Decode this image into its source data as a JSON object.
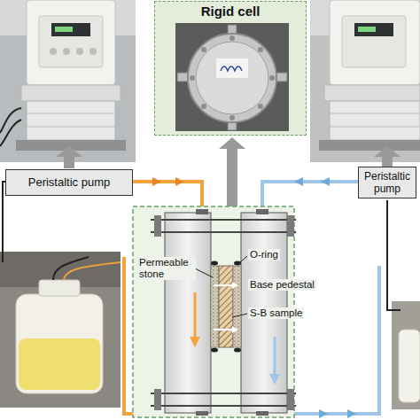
{
  "diagram": {
    "nodes": [
      {
        "text": [
          "Rigid cell"
        ]
      },
      {
        "text": [
          "Peristaltic pump"
        ]
      },
      {
        "text": [
          "Peristaltic pump"
        ]
      }
    ],
    "labels": [
      "Permeable stone",
      "O-ring",
      "Base pedestal",
      "S-B sample"
    ]
  }
}
